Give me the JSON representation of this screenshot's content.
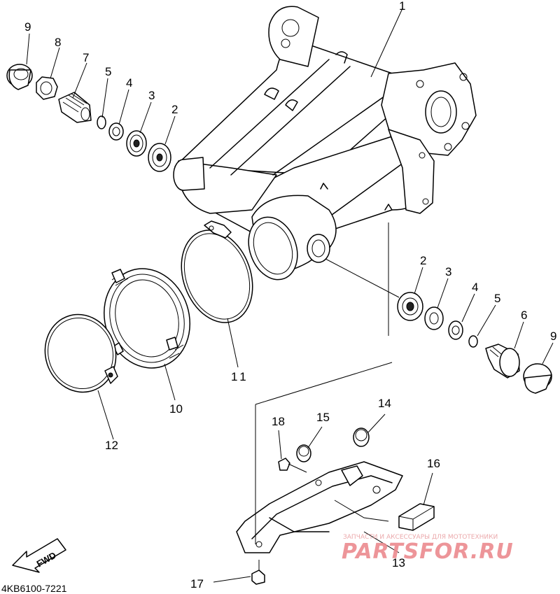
{
  "callouts": {
    "c1": "1",
    "c2a": "2",
    "c3a": "3",
    "c4a": "4",
    "c5a": "5",
    "c7": "7",
    "c8": "8",
    "c9a": "9",
    "c2b": "2",
    "c3b": "3",
    "c4b": "4",
    "c5b": "5",
    "c6": "6",
    "c9b": "9",
    "c10": "10",
    "c11": "11",
    "c12": "12",
    "c13": "13",
    "c14": "14",
    "c15": "15",
    "c16": "16",
    "c17": "17",
    "c18": "18"
  },
  "fwd_label": "FWD",
  "diagram_code": "4KB6100-7221",
  "watermark": {
    "tagline": "ЗАПЧАСТИ И АКСЕССУАРЫ ДЛЯ МОТОТЕХНИКИ",
    "brand": "PARTSFOR.RU"
  },
  "colors": {
    "line": "#000000",
    "background": "#ffffff",
    "watermark": "#ec8a8e"
  }
}
